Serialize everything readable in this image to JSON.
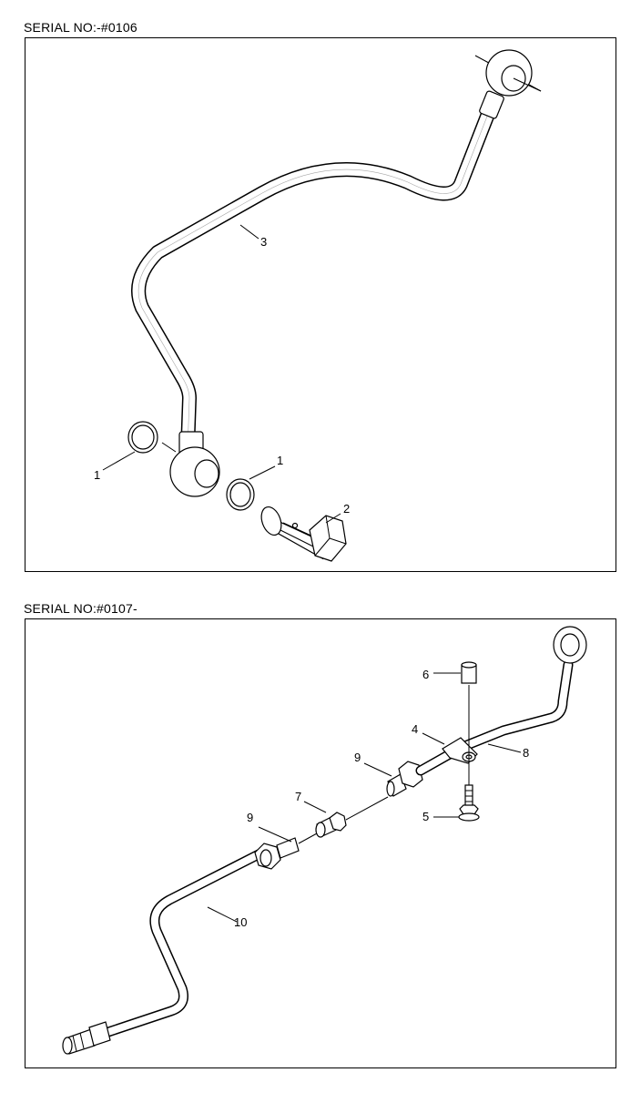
{
  "sections": [
    {
      "serial_label": "SERIAL NO:-#0106",
      "callouts": [
        "1",
        "1",
        "2",
        "3"
      ]
    },
    {
      "serial_label": "SERIAL NO:#0107-",
      "callouts": [
        "4",
        "5",
        "6",
        "7",
        "8",
        "9",
        "9",
        "10"
      ]
    }
  ]
}
